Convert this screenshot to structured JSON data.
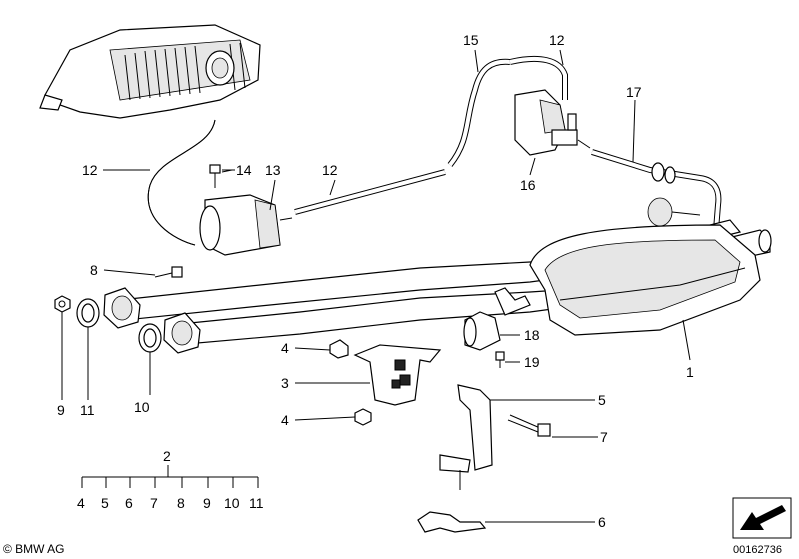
{
  "callouts": {
    "c1": "1",
    "c2": "2",
    "c3": "3",
    "c4a": "4",
    "c4b": "4",
    "c5": "5",
    "c6": "6",
    "c7": "7",
    "c8": "8",
    "c9": "9",
    "c10": "10",
    "c11": "11",
    "c12a": "12",
    "c12b": "12",
    "c12c": "12",
    "c13": "13",
    "c14": "14",
    "c15": "15",
    "c16": "16",
    "c17": "17",
    "c18": "18",
    "c19": "19"
  },
  "kit_row": [
    "4",
    "5",
    "6",
    "7",
    "8",
    "9",
    "10",
    "11"
  ],
  "footer": {
    "brand": "© BMW AG",
    "diagram_number": "00162736"
  },
  "colors": {
    "line": "#000000",
    "shade": "#e6e6e6",
    "background": "#ffffff"
  }
}
